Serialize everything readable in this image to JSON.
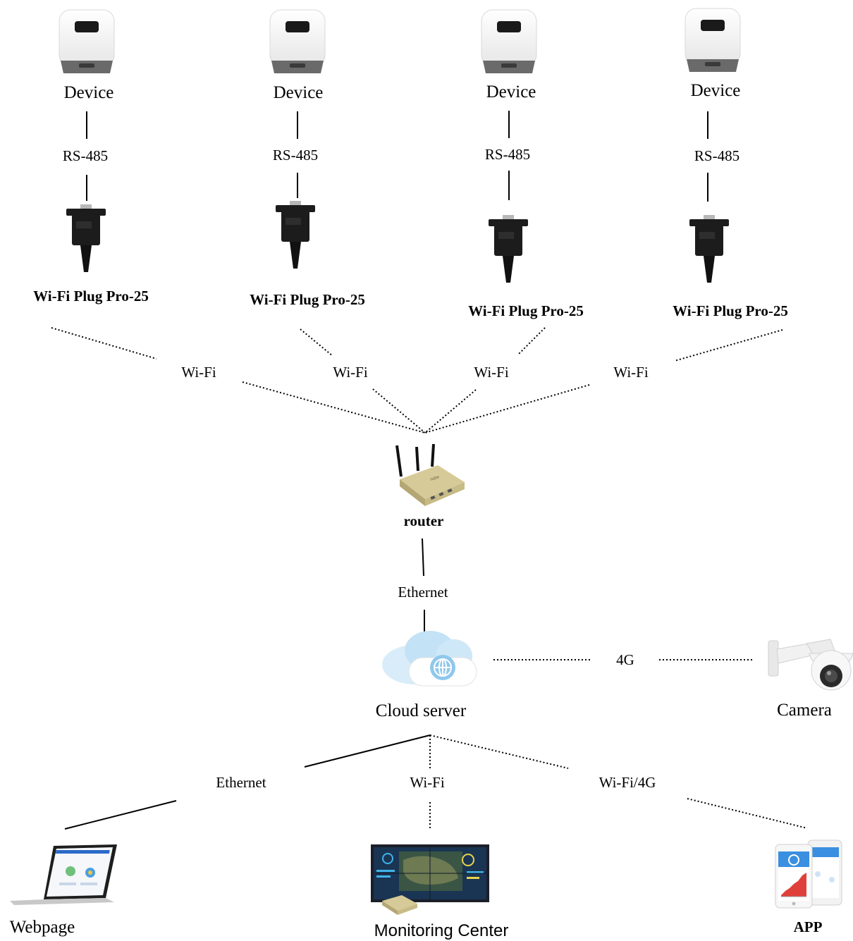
{
  "devices": [
    {
      "device_label": "Device",
      "link_label": "RS-485",
      "plug_label": "Wi-Fi Plug Pro-25",
      "wifi_label": "Wi-Fi"
    },
    {
      "device_label": "Device",
      "link_label": "RS-485",
      "plug_label": "Wi-Fi Plug Pro-25",
      "wifi_label": "Wi-Fi"
    },
    {
      "device_label": "Device",
      "link_label": "RS-485",
      "plug_label": "Wi-Fi Plug Pro-25",
      "wifi_label": "Wi-Fi"
    },
    {
      "device_label": "Device",
      "link_label": "RS-485",
      "plug_label": "Wi-Fi Plug Pro-25",
      "wifi_label": "Wi-Fi"
    }
  ],
  "router": {
    "label": "router",
    "uplink_label": "Ethernet"
  },
  "cloud": {
    "label": "Cloud server"
  },
  "camera": {
    "label": "Camera",
    "link_label": "4G"
  },
  "clients": {
    "webpage": {
      "label": "Webpage",
      "link_label": "Ethernet"
    },
    "monitoring": {
      "label": "Monitoring Center",
      "link_label": "Wi-Fi"
    },
    "app": {
      "label": "APP",
      "link_label": "Wi-Fi/4G"
    }
  },
  "colors": {
    "line": "#000000",
    "router_body": "#c9bd8a",
    "cloud_light": "#cfe8f7",
    "cloud_dark": "#8fc8ec",
    "plug_body": "#1c1c1c"
  }
}
